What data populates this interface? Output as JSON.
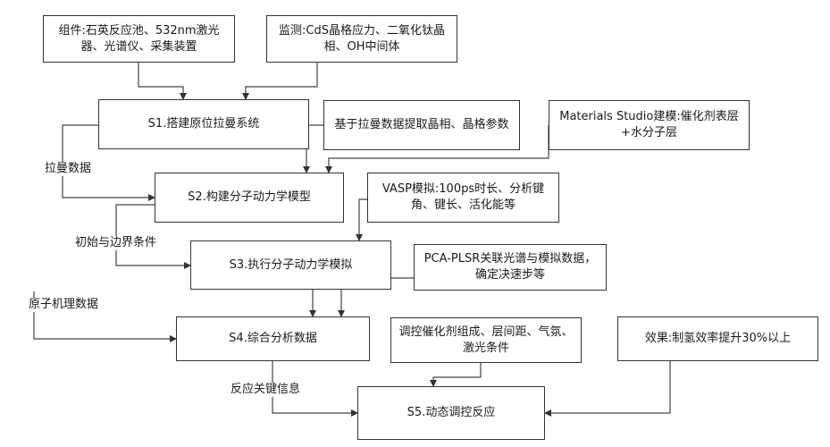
{
  "boxes": {
    "components": "组件:石英反应池、532nm激光器、光谱仪、采集装置",
    "monitor": "监测:CdS晶格应力、二氧化钛晶相、OH中间体",
    "s1": "S1.搭建原位拉曼系统",
    "extract": "基于拉曼数据提取晶相、晶格参数",
    "ms": "Materials Studio建模:催化剂表层+水分子层",
    "s2": "S2.构建分子动力学模型",
    "vasp": "VASP模拟:100ps时长、分析键角、键长、活化能等",
    "s3": "S3.执行分子动力学模拟",
    "pca": "PCA-PLSR关联光谱与模拟数据，确定决速步等",
    "s4": "S4.综合分析数据",
    "control": "调控催化剂组成、层间距、气氛、激光条件",
    "effect": "效果:制氢效率提升30%以上",
    "s5": "S5.动态调控反应"
  },
  "edge_labels": {
    "raman_data": "拉曼数据",
    "initial_conditions": "初始与边界条件",
    "atomic_mechanism": "原子机理数据",
    "reaction_info": "反应关键信息"
  }
}
